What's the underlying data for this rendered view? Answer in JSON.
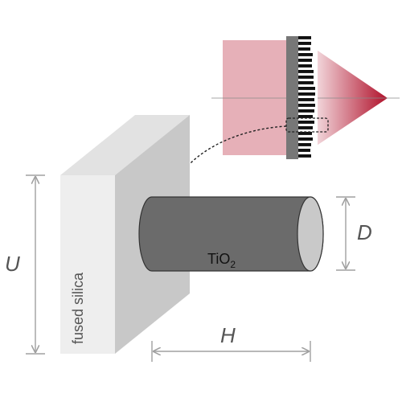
{
  "labels": {
    "substrate": "fused silica",
    "pillar_main": "TiO",
    "pillar_sub": "2",
    "dim_height": "U",
    "dim_diameter": "D",
    "dim_spacing": "H"
  },
  "metalens_inset": {
    "grating_pattern": "alternating-black-white-bars",
    "focus_color": "#b0102a",
    "beam_color": "#e6b0b8"
  },
  "colors": {
    "substrate_front": "#eeeeee",
    "substrate_side": "#c8c8c8",
    "substrate_top": "#e2e2e2",
    "pillar_body": "#6b6b6b",
    "pillar_cap": "#c9c9c9",
    "dimension_line": "#a0a0a0",
    "label_text": "#555555"
  }
}
